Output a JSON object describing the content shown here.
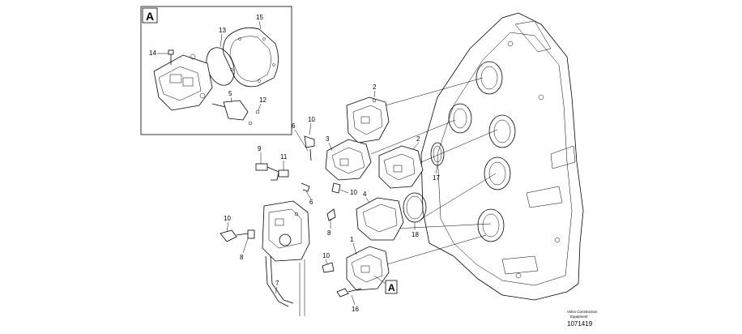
{
  "detail": {
    "box_label": "A"
  },
  "callout": {
    "label": "A"
  },
  "part_labels": [
    "15",
    "13",
    "14",
    "5",
    "12",
    "2",
    "10",
    "6",
    "3",
    "2",
    "9",
    "11",
    "17",
    "10",
    "4",
    "6",
    "10",
    "18",
    "8",
    "1",
    "8",
    "10",
    "7",
    "16"
  ],
  "footer": {
    "credit_line1": "Volvo Construction",
    "credit_line2": "Equipment",
    "drawing_number": "1071419"
  }
}
